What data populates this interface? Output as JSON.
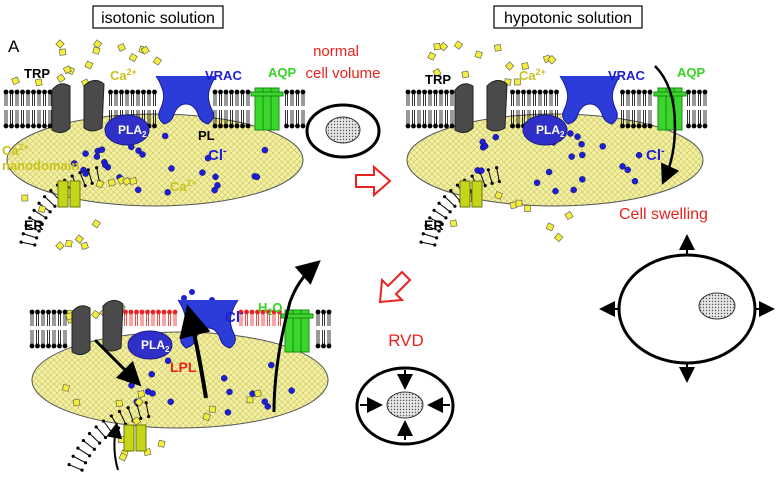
{
  "titles": {
    "isotonic": "isotonic solution",
    "hypotonic": "hypotonic solution"
  },
  "panel_label": "A",
  "labels": {
    "trp": "TRP",
    "vrac": "VRAC",
    "aqp": "AQP",
    "pla2": "PLA",
    "pla2_sub": "2",
    "pl": "PL",
    "cl": "Cl",
    "cl_sup": "-",
    "ca": "Ca",
    "ca_sup": "2+",
    "nanodomain": "nanodomain",
    "er": "ER",
    "lpl": "LPL",
    "h2o_h": "H",
    "h2o_sub": "2",
    "h2o_o": "O",
    "normal_line1": "normal",
    "normal_line2": "cell volume",
    "cell_swelling": "Cell swelling",
    "rvd": "RVD"
  },
  "colors": {
    "red": "#e8231f",
    "blue": "#1d1fd6",
    "green": "#33d424",
    "yellow_fill": "#f2ef9a",
    "trp_gray": "#4a4a4a",
    "pla2_fill": "#3030c8",
    "lpl_red": "#e8231f",
    "ca_yellow": "#e6e01e"
  }
}
